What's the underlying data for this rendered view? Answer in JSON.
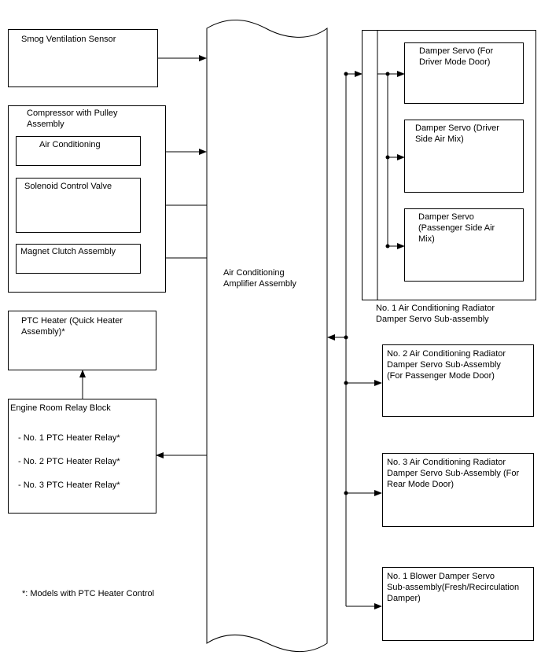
{
  "diagram": {
    "amplifier": {
      "label": "Air Conditioning\nAmplifier Assembly"
    },
    "smog_sensor": {
      "label": "Smog Ventilation Sensor"
    },
    "compressor": {
      "title": "Compressor with Pulley\nAssembly",
      "air_conditioning": "Air Conditioning",
      "solenoid_valve": "Solenoid Control Valve",
      "magnet_clutch": "Magnet Clutch Assembly"
    },
    "ptc_heater": {
      "label": "PTC Heater (Quick Heater\nAssembly)*"
    },
    "relay_block": {
      "title": "Engine Room Relay Block",
      "relays": [
        "- No. 1 PTC Heater Relay*",
        "- No. 2 PTC Heater Relay*",
        "- No. 3 PTC Heater Relay*"
      ]
    },
    "no1_servo_group": {
      "caption": "No. 1 Air Conditioning Radiator\nDamper Servo Sub-assembly",
      "driver_mode": "Damper Servo (For\nDriver Mode Door)",
      "driver_air_mix": "Damper Servo (Driver\nSide Air Mix)",
      "passenger_air_mix": "Damper Servo\n(Passenger Side Air\nMix)"
    },
    "no2_servo": {
      "label": "No. 2 Air Conditioning Radiator\nDamper Servo Sub-Assembly\n(For Passenger Mode Door)"
    },
    "no3_servo": {
      "label": "No. 3 Air Conditioning Radiator\nDamper Servo Sub-Assembly (For\nRear Mode Door)"
    },
    "blower_servo": {
      "label": "No. 1 Blower Damper Servo\nSub-assembly(Fresh/Recirculation\nDamper)"
    },
    "footnote": "*: Models with PTC Heater Control"
  }
}
